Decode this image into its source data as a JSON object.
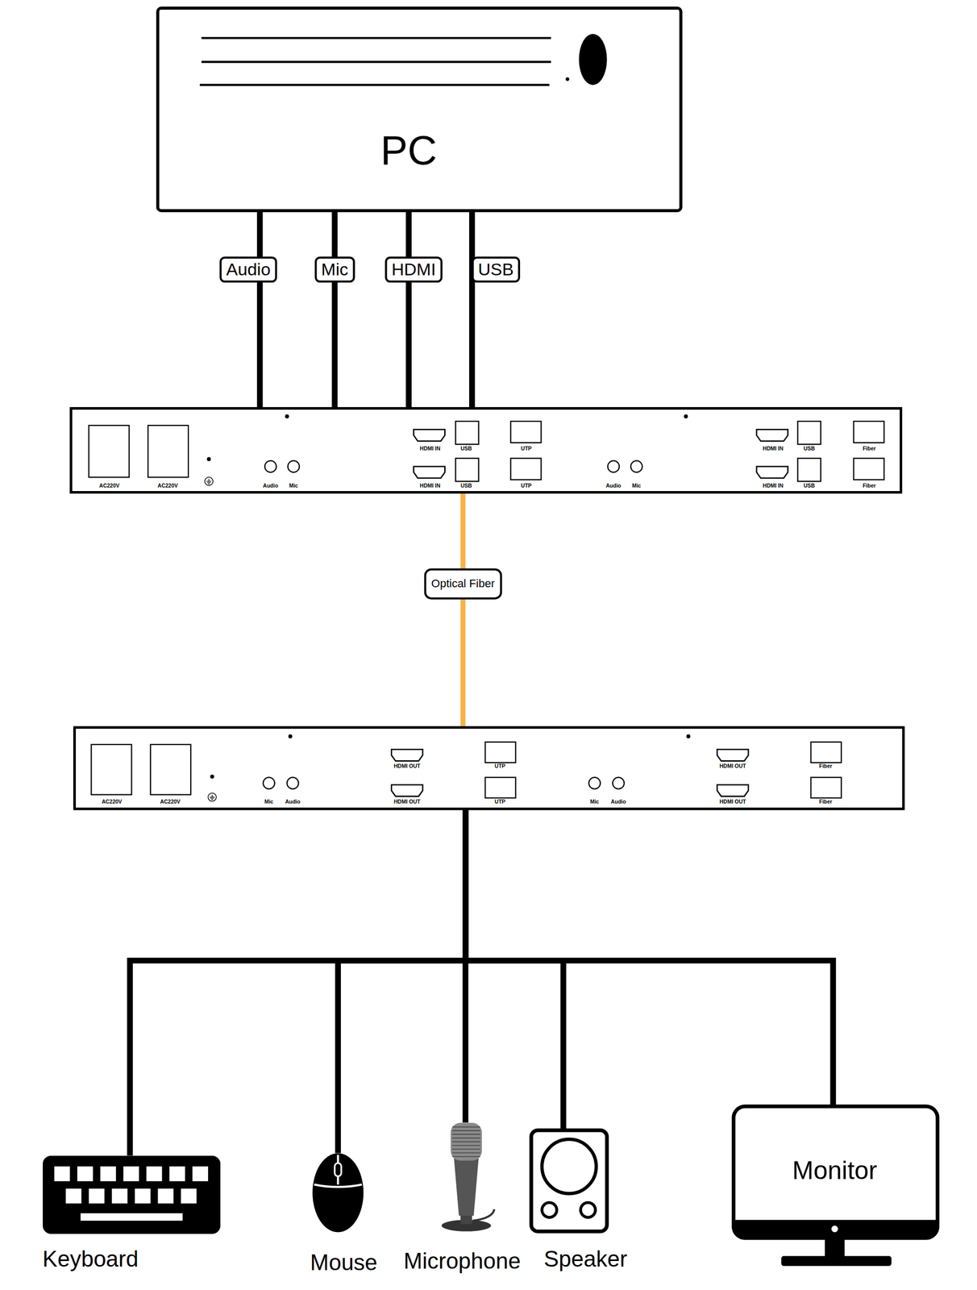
{
  "diagram": {
    "nodes": [
      {
        "text": [
          "PC"
        ]
      },
      {
        "text": [
          "AC220V",
          "AC220V",
          "Audio",
          "Mic",
          "HDMI IN",
          "USB",
          "UTP",
          "HDMI IN",
          "USB",
          "UTP",
          "Audio",
          "Mic",
          "HDMI IN",
          "USB",
          "Fiber",
          "HDMI IN",
          "USB",
          "Fiber"
        ]
      },
      {
        "text": [
          "AC220V",
          "AC220V",
          "Mic",
          "Audio",
          "HDMI OUT",
          "UTP",
          "HDMI OUT",
          "UTP",
          "Mic",
          "Audio",
          "HDMI OUT",
          "Fiber",
          "HDMI OUT",
          "Fiber"
        ]
      },
      {
        "text": [
          "Keyboard"
        ]
      },
      {
        "text": [
          "Mouse"
        ]
      },
      {
        "text": [
          "Microphone"
        ]
      },
      {
        "text": [
          "Speaker"
        ]
      },
      {
        "text": [
          "Monitor"
        ]
      }
    ],
    "edges": [
      {
        "from": 0,
        "to": 1,
        "label": "Audio",
        "arrow": "none"
      },
      {
        "from": 0,
        "to": 1,
        "label": "Mic",
        "arrow": "none"
      },
      {
        "from": 0,
        "to": 1,
        "label": "HDMI",
        "arrow": "none"
      },
      {
        "from": 0,
        "to": 1,
        "label": "USB",
        "arrow": "none"
      },
      {
        "from": 1,
        "to": 2,
        "label": "Optical Fiber",
        "arrow": "none"
      },
      {
        "from": 2,
        "to": 3,
        "arrow": "none"
      },
      {
        "from": 2,
        "to": 4,
        "arrow": "none"
      },
      {
        "from": 2,
        "to": 5,
        "arrow": "none"
      },
      {
        "from": 2,
        "to": 6,
        "arrow": "none"
      },
      {
        "from": 2,
        "to": 7,
        "arrow": "none"
      }
    ]
  }
}
